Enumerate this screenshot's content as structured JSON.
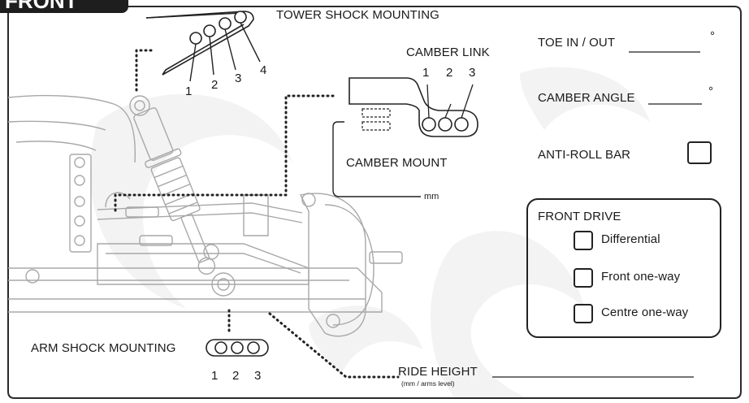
{
  "section_title": "FRONT",
  "tower_shock": {
    "label": "TOWER SHOCK MOUNTING",
    "positions": [
      "1",
      "2",
      "3",
      "4"
    ]
  },
  "camber_link": {
    "label": "CAMBER LINK",
    "positions": [
      "1",
      "2",
      "3"
    ]
  },
  "camber_mount": {
    "label": "CAMBER MOUNT",
    "unit": "mm"
  },
  "toe": {
    "label": "TOE IN / OUT",
    "unit": "°"
  },
  "camber_angle": {
    "label": "CAMBER ANGLE",
    "unit": "°"
  },
  "anti_roll_bar": {
    "label": "ANTI-ROLL BAR"
  },
  "front_drive": {
    "title": "FRONT DRIVE",
    "options": [
      "Differential",
      "Front one-way",
      "Centre one-way"
    ]
  },
  "arm_shock": {
    "label": "ARM SHOCK MOUNTING",
    "positions": [
      "1",
      "2",
      "3"
    ]
  },
  "ride_height": {
    "label": "RIDE HEIGHT",
    "note": "(mm / arms level)"
  },
  "colors": {
    "ink": "#1a1a1a",
    "tab": "#1e1e1e",
    "watermark": "#f2f2f2",
    "illustration": "#9a9a9a"
  }
}
